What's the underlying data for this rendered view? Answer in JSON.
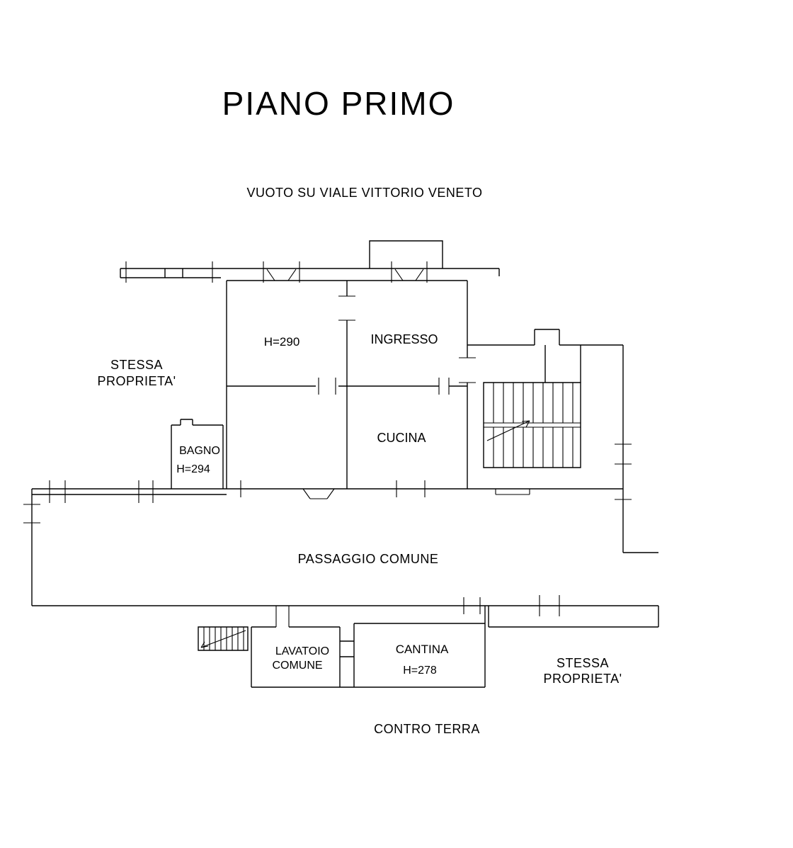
{
  "page": {
    "title": "PIANO PRIMO"
  },
  "annotations": {
    "vuoto_su_viale": "VUOTO SU VIALE VITTORIO VENETO",
    "stessa_proprieta_left": {
      "line1": "STESSA",
      "line2": "PROPRIETA'"
    },
    "stessa_proprieta_right": {
      "line1": "STESSA",
      "line2": "PROPRIETA'"
    },
    "passaggio_comune": "PASSAGGIO COMUNE",
    "contro_terra": "CONTRO TERRA"
  },
  "rooms": {
    "room_top_left": {
      "height_label": "H=290"
    },
    "ingresso": {
      "name": "INGRESSO"
    },
    "cucina": {
      "name": "CUCINA"
    },
    "bagno": {
      "name": "BAGNO",
      "height_label": "H=294"
    },
    "lavatoio": {
      "line1": "LAVATOIO",
      "line2": "COMUNE"
    },
    "cantina": {
      "name": "CANTINA",
      "height_label": "H=278"
    }
  },
  "colors": {
    "line": "#000000",
    "background": "#ffffff",
    "text": "#000000"
  }
}
